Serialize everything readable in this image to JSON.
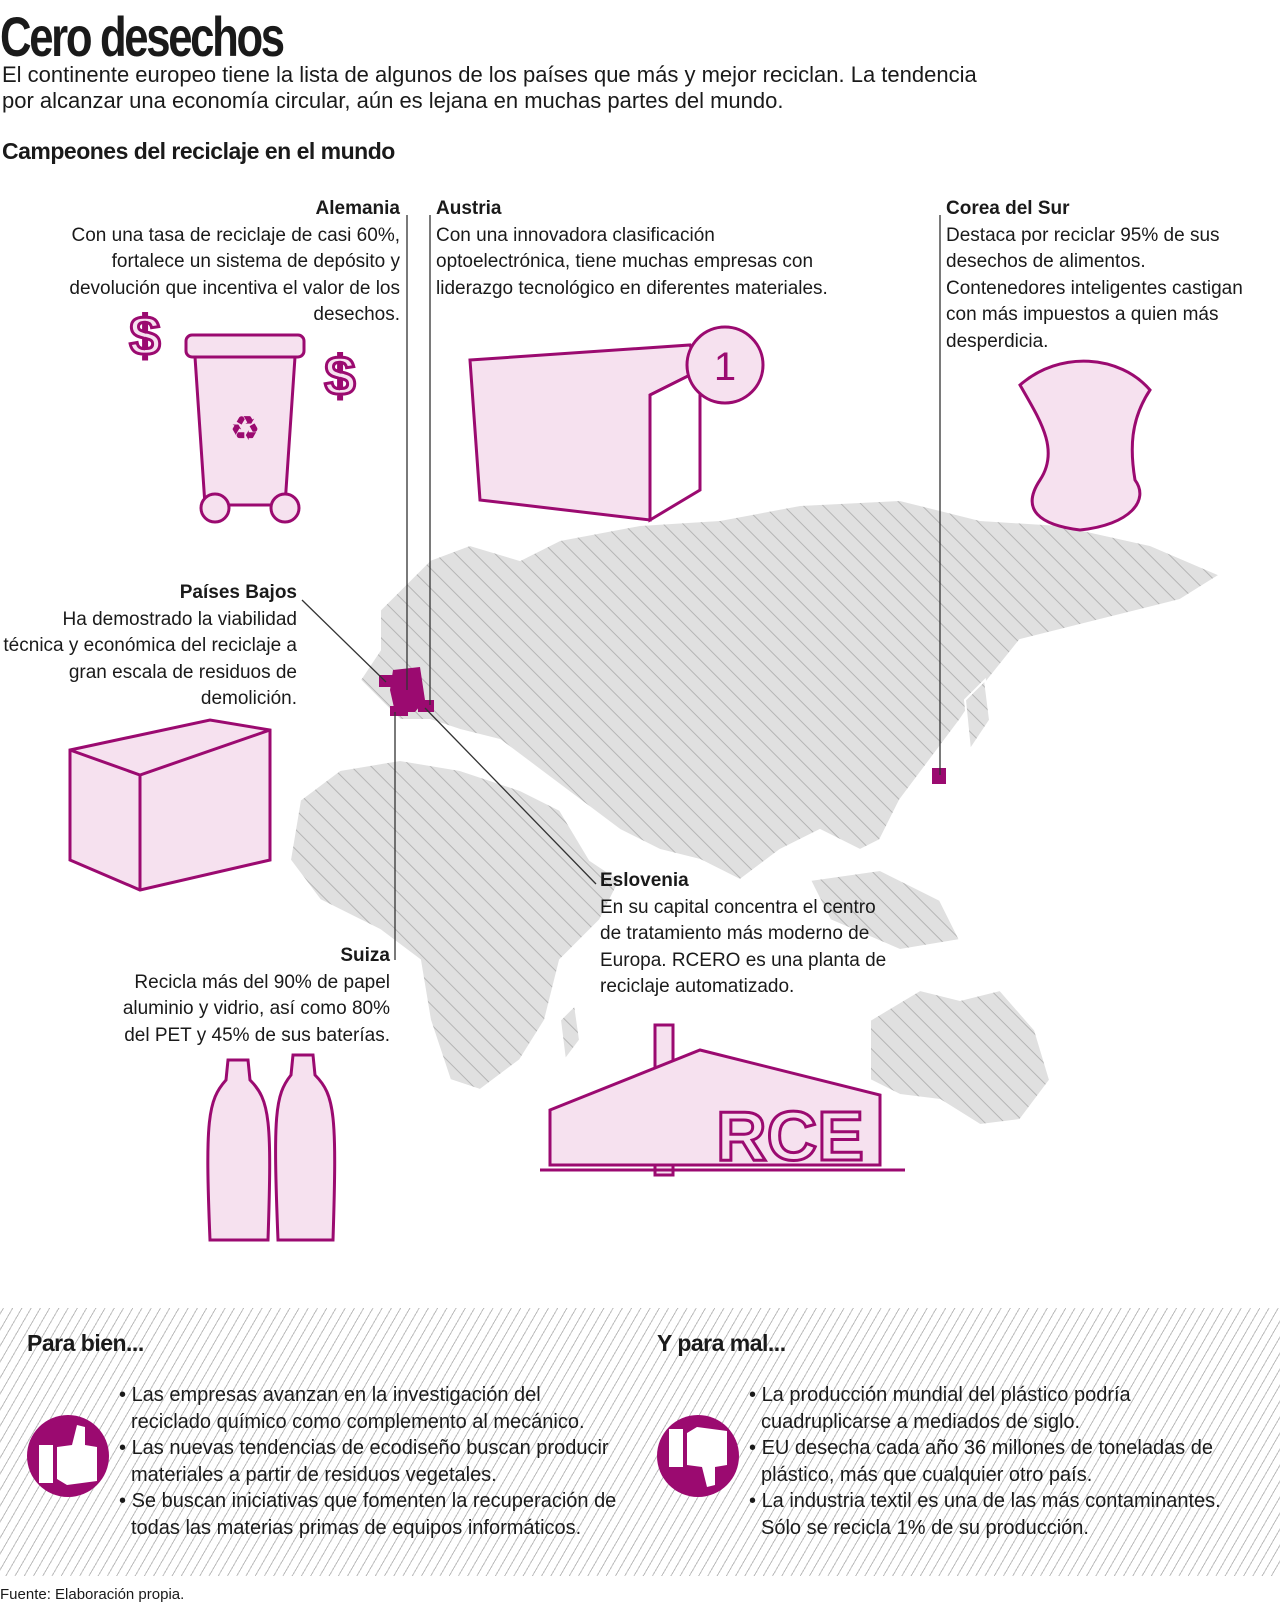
{
  "header": {
    "title": "Cero desechos",
    "subtitle": "El continente europeo tiene la lista de algunos de los países que más y mejor reciclan. La tendencia por alcanzar una economía circular, aún es lejana en muchas partes del mundo.",
    "subheading": "Campeones del reciclaje en el mundo"
  },
  "countries": {
    "alemania": {
      "name": "Alemania",
      "text": "Con una tasa de reciclaje de casi 60%, fortalece un sistema de depósito y devolución que incentiva el valor de los desechos."
    },
    "austria": {
      "name": "Austria",
      "text": "Con una innovadora clasificación optoelectrónica, tiene muchas empresas con liderazgo tecnológico en diferentes materiales."
    },
    "corea": {
      "name": "Corea del Sur",
      "text": "Destaca por reciclar 95% de sus desechos de alimentos. Contenedores inteligentes castigan con más impuestos a quien más desperdicia."
    },
    "paises_bajos": {
      "name": "Países Bajos",
      "text": "Ha demostrado la viabilidad técnica y económica del reciclaje a gran escala de residuos de demolición."
    },
    "eslovenia": {
      "name": "Eslovenia",
      "text": "En su capital concentra el centro de tratamiento más moderno de Europa. RCERO es una planta de reciclaje automatizado."
    },
    "suiza": {
      "name": "Suiza",
      "text": "Recicla más del 90% de papel aluminio y vidrio, así como 80% del PET y 45% de sus baterías."
    }
  },
  "illustrations": {
    "medal": "1",
    "building_letters": "RCE"
  },
  "good": {
    "title": "Para bien...",
    "items": [
      "Las empresas avanzan en la investigación del reciclado químico como complemento al mecánico.",
      "Las nuevas tendencias de ecodiseño buscan producir materiales a partir de residuos vegetales.",
      "Se buscan iniciativas que fomenten la recuperación de todas las materias primas de equipos informáticos."
    ]
  },
  "bad": {
    "title": "Y para mal...",
    "items": [
      "La producción mundial del plástico podría cuadruplicarse a mediados de siglo.",
      "EU desecha cada año 36 millones de toneladas de plástico, más que cualquier otro país.",
      "La industria textil es una de las más contaminantes. Sólo se recicla 1% de su producción."
    ]
  },
  "footer": "Fuente: Elaboración propia.",
  "colors": {
    "accent": "#9b0a70",
    "map": "#d9d9d9",
    "illustration": "#f3dcec"
  }
}
